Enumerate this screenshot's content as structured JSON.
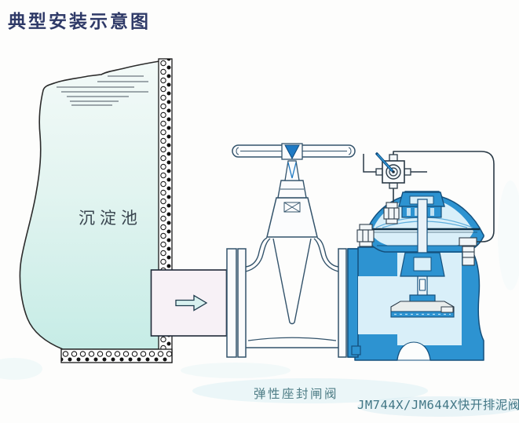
{
  "title": "典型安装示意图",
  "diagram": {
    "pool_label": "沉淀池",
    "gate_valve_label": "弹性座封闸阀",
    "mud_valve_label": "JM744X/JM644X快开排泥阀",
    "flow_arrow_direction": "right"
  },
  "colors": {
    "title_text": "#2F3A68",
    "pool_water_top": "#F3FAF8",
    "pool_water_bottom": "#C6ECE6",
    "pipe_fill": "#F7F1F6",
    "valve_blue": "#2D93D1",
    "valve_blue_dark": "#14507D",
    "chamber_light": "#D9EFF9",
    "accent_blue": "#1F7AC4",
    "label_teal": "#4E7D86",
    "outline_dark": "#1F2937"
  }
}
